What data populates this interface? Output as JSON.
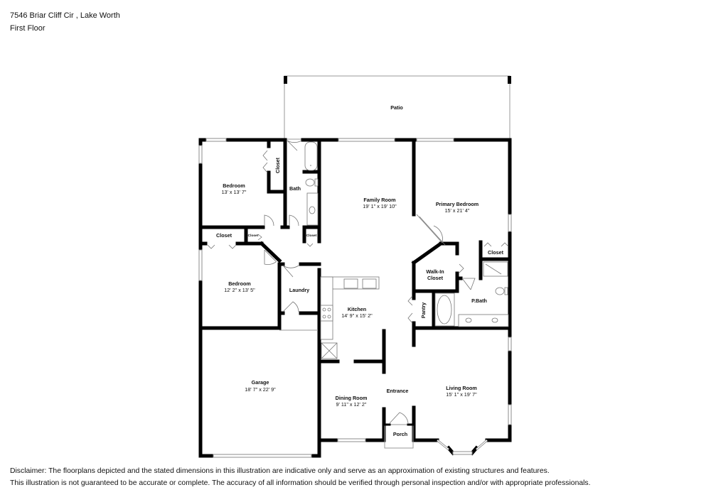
{
  "header": {
    "address": "7546 Briar Cliff Cir , Lake Worth",
    "floor": "First Floor"
  },
  "rooms": {
    "patio": {
      "name": "Patio"
    },
    "bedroom2": {
      "name": "Bedroom",
      "dims": "13' x 13' 7\""
    },
    "closet_b2": {
      "name": "Closet"
    },
    "bath": {
      "name": "Bath"
    },
    "closet_hall_left": {
      "name": "Closet"
    },
    "closet_small1": {
      "name": "Closet"
    },
    "closet_small2": {
      "name": "Closet"
    },
    "bedroom3": {
      "name": "Bedroom",
      "dims": "12' 2\" x 13' 5\""
    },
    "laundry": {
      "name": "Laundry"
    },
    "family_room": {
      "name": "Family Room",
      "dims": "19' 1\" x 19' 10\""
    },
    "primary_bedroom": {
      "name": "Primary Bedroom",
      "dims": "15' x 21' 4\""
    },
    "closet_primary": {
      "name": "Closet"
    },
    "walk_in_closet": {
      "name": "Walk-In",
      "name2": "Closet"
    },
    "kitchen": {
      "name": "Kitchen",
      "dims": "14' 9\" x 15' 2\""
    },
    "pantry": {
      "name": "Pantry"
    },
    "p_bath": {
      "name": "P.Bath"
    },
    "garage": {
      "name": "Garage",
      "dims": "18' 7\" x 22' 9\""
    },
    "dining_room": {
      "name": "Dining Room",
      "dims": "9' 11\" x 12' 2\""
    },
    "entrance": {
      "name": "Entrance"
    },
    "living_room": {
      "name": "Living Room",
      "dims": "15' 1\" x 19' 7\""
    },
    "porch": {
      "name": "Porch"
    }
  },
  "disclaimer": {
    "line1": "Disclaimer: The floorplans depicted and the stated dimensions in this illustration are indicative only and serve as an approximation of existing structures and features.",
    "line2": "This illustration is not guaranteed to be accurate or complete. The accuracy of all information should be verified through personal inspection and/or with appropriate professionals."
  }
}
